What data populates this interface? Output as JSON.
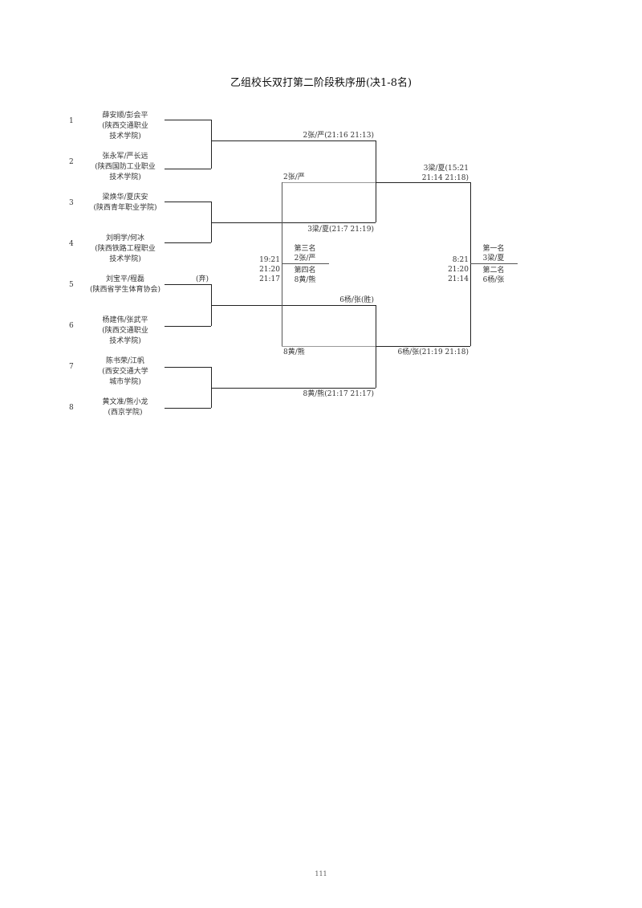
{
  "title": "乙组校长双打第二阶段秩序册(决1-8名)",
  "entries": [
    {
      "seed": "1",
      "lines": [
        "薛安顺/彭会平",
        "(陕西交通职业",
        "技术学院)"
      ]
    },
    {
      "seed": "2",
      "lines": [
        "张永军/严长远",
        "(陕西国防工业职业",
        "技术学院)"
      ]
    },
    {
      "seed": "3",
      "lines": [
        "梁焕华/夏庆安",
        "(陕西青年职业学院)"
      ]
    },
    {
      "seed": "4",
      "lines": [
        "刘明学/何冰",
        "(陕西铁路工程职业",
        "技术学院)"
      ]
    },
    {
      "seed": "5",
      "lines": [
        "刘宝平/程磊",
        "(陕西省学生体育协会)"
      ],
      "note": "(弃)"
    },
    {
      "seed": "6",
      "lines": [
        "杨建伟/张武平",
        "(陕西交通职业",
        "技术学院)"
      ]
    },
    {
      "seed": "7",
      "lines": [
        "陈书荣/江帆",
        "(西安交通大学",
        "城市学院)"
      ]
    },
    {
      "seed": "8",
      "lines": [
        "黄文准/熊小龙",
        "(西京学院)"
      ]
    }
  ],
  "round1": [
    {
      "result": "2张/严(21:16 21:13)"
    },
    {
      "result": "3梁/夏(21:7 21:19)"
    },
    {
      "result": "6杨/张(胜)"
    },
    {
      "result": "8黄/熊(21:17 21:17)"
    }
  ],
  "semifinals": [
    {
      "result_line1": "3梁/夏(15:21",
      "result_line2": "21:14 21:18)"
    },
    {
      "result": "6杨/张(21:19 21:18)"
    }
  ],
  "third_place": {
    "top_team": "2张/严",
    "bottom_team": "8黄/熊",
    "scores": [
      "19:21",
      "21:20",
      "21:17"
    ],
    "third_label": "第三名",
    "third_team": "2张/严",
    "fourth_label": "第四名",
    "fourth_team": "8黄/熊"
  },
  "final": {
    "scores": [
      "8:21",
      "21:20",
      "21:14"
    ],
    "first_label": "第一名",
    "first_team": "3梁/夏",
    "second_label": "第二名",
    "second_team": "6杨/张"
  },
  "page_number": "111"
}
